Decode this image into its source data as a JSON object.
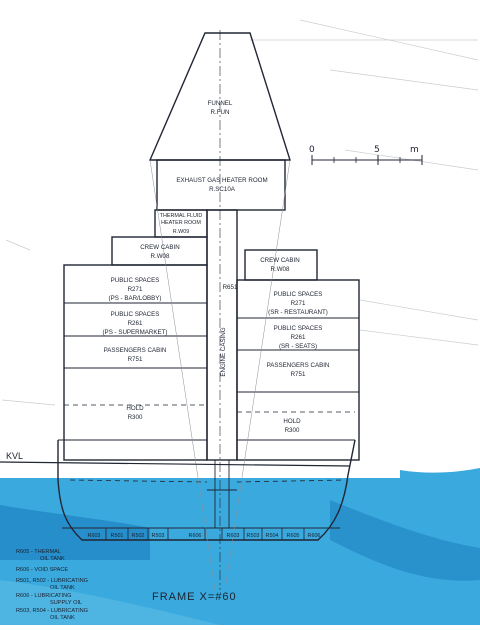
{
  "compartments": {
    "funnel": {
      "name": "FUNNEL",
      "code": "R.FUN"
    },
    "exhaust": {
      "name": "EXHAUST GAS HEATER ROOM",
      "code": "R.SC10A"
    },
    "thermal": {
      "name1": "THERMAL FLUID",
      "name2": "HEATER ROOM",
      "code": "R.W09"
    },
    "crew_left": {
      "name": "CREW CABIN",
      "code": "R.W08"
    },
    "crew_right": {
      "name": "CREW CABIN",
      "code": "R.W08"
    },
    "r651": "R651",
    "engine_casing": "ENGINE CASING",
    "ps_left_1": {
      "name": "PUBLIC SPACES",
      "code": "R271",
      "desc": "(PS - BAR/LOBBY)"
    },
    "ps_left_2": {
      "name": "PUBLIC SPACES",
      "code": "R261",
      "desc": "(PS - SUPERMARKET)"
    },
    "pax_left": {
      "name": "PASSENGERS CABIN",
      "code": "R751"
    },
    "hold_left": {
      "name": "HOLD",
      "code": "R300"
    },
    "ps_right_1": {
      "name": "PUBLIC SPACES",
      "code": "R271",
      "desc": "(SR - RESTAURANT)"
    },
    "ps_right_2": {
      "name": "PUBLIC SPACES",
      "code": "R261",
      "desc": "(SR - SEATS)"
    },
    "pax_right": {
      "name": "PASSENGERS CABIN",
      "code": "R751"
    },
    "hold_right": {
      "name": "HOLD",
      "code": "R300"
    }
  },
  "tanks": [
    "R603",
    "R501",
    "R502",
    "R503",
    "R606",
    "R603",
    "R503",
    "R504",
    "R605",
    "R606"
  ],
  "legend": [
    {
      "l1": "R605 - THERMAL",
      "l2": "OIL TANK"
    },
    {
      "l1": "R606 - VOID SPACE",
      "l2": ""
    },
    {
      "l1": "R501, R502 - LUBRICATING",
      "l2": "OIL TANK"
    },
    {
      "l1": "R606 - LUBRICATING",
      "l2": "SUPPLY OIL"
    },
    {
      "l1": "R503, R504 - LUBRICATING",
      "l2": "OIL TANK"
    }
  ],
  "waterline_label": "KVL",
  "frame_label": "FRAME X=#60",
  "scale": {
    "zero": "0",
    "mid": "5",
    "unit": "m"
  },
  "colors": {
    "water": "#3aa9dd",
    "water_dark": "#1b7fc0",
    "line": "#202633"
  }
}
